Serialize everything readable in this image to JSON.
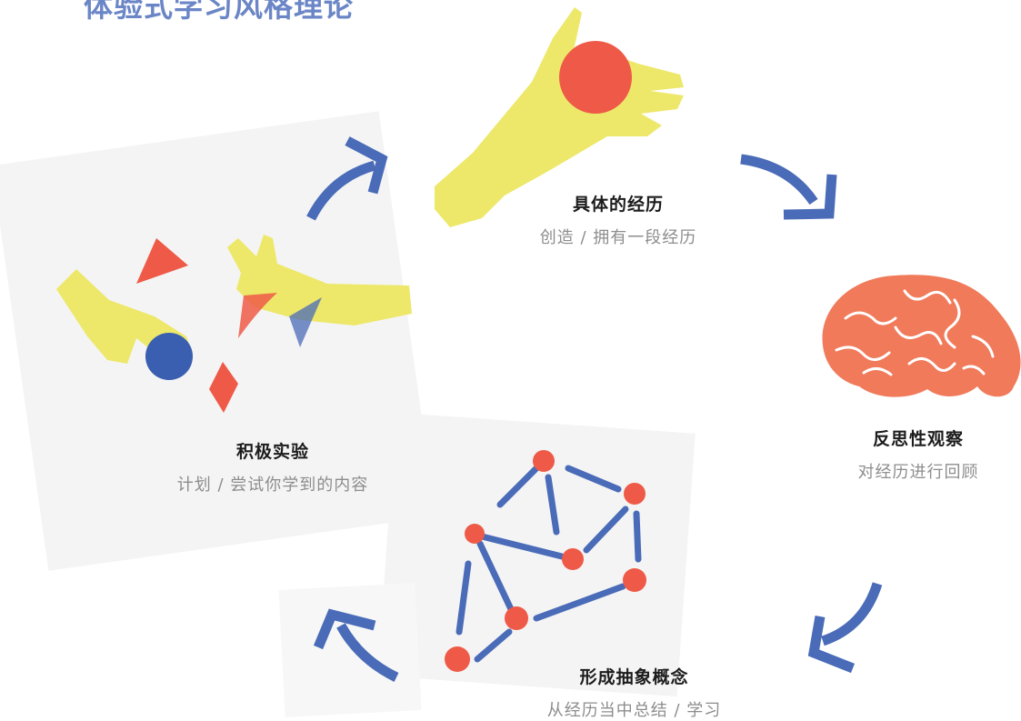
{
  "title": "体验式学习风格理论",
  "colors": {
    "arrow": "#4a6bb8",
    "hand": "#ede86a",
    "red": "#ee5a47",
    "brain": "#f07a5a",
    "tile": "#f4f4f4",
    "title": "#6b86c7"
  },
  "stages": [
    {
      "id": "concrete-experience",
      "title": "具体的经历",
      "subtitle": "创造 / 拥有一段经历",
      "icon": "hand-holding-ball-icon"
    },
    {
      "id": "reflective-observation",
      "title": "反思性观察",
      "subtitle": "对经历进行回顾",
      "icon": "brain-icon"
    },
    {
      "id": "abstract-conceptualization",
      "title": "形成抽象概念",
      "subtitle": "从经历当中总结 / 学习",
      "icon": "network-icon"
    },
    {
      "id": "active-experimentation",
      "title": "积极实验",
      "subtitle": "计划 / 尝试你学到的内容",
      "icon": "hands-shapes-icon"
    }
  ],
  "arrows": [
    "arrow-to-concrete-icon",
    "arrow-to-reflective-icon",
    "arrow-to-abstract-icon",
    "arrow-to-active-icon"
  ]
}
